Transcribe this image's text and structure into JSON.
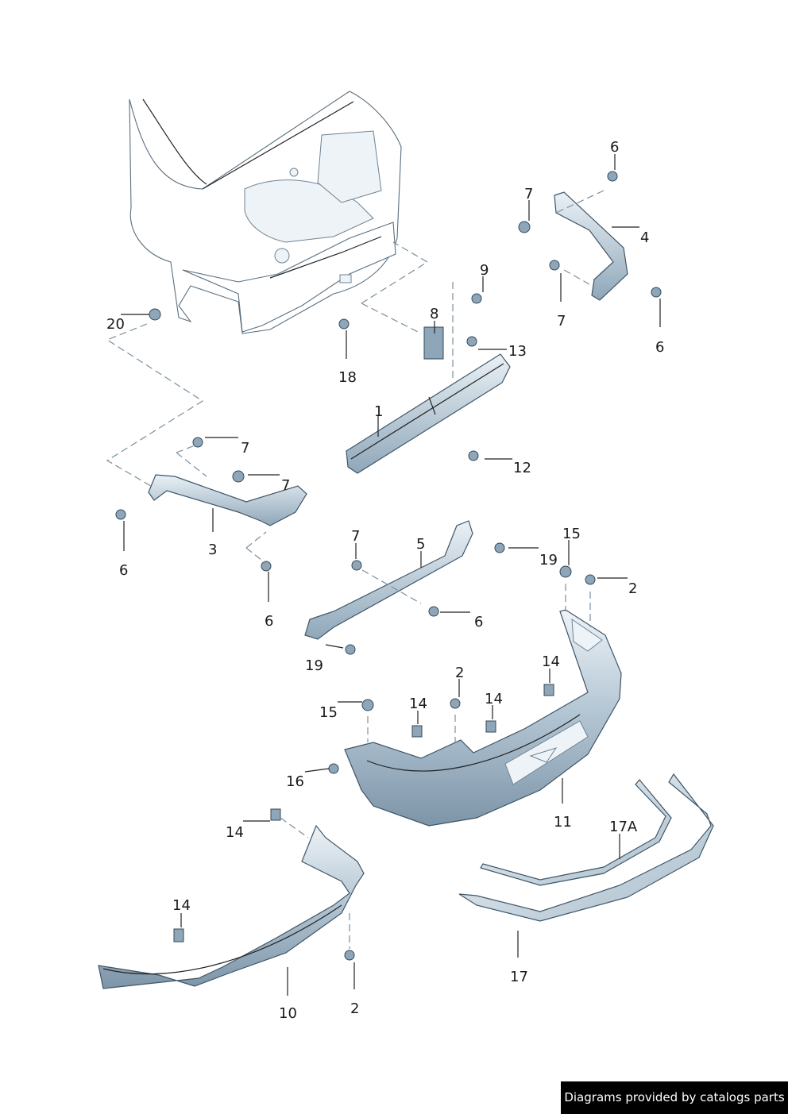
{
  "callouts": [
    {
      "id": "c1",
      "text": "1"
    },
    {
      "id": "c2a",
      "text": "2"
    },
    {
      "id": "c2b",
      "text": "2"
    },
    {
      "id": "c2c",
      "text": "2"
    },
    {
      "id": "c3",
      "text": "3"
    },
    {
      "id": "c4",
      "text": "4"
    },
    {
      "id": "c5",
      "text": "5"
    },
    {
      "id": "c6a",
      "text": "6"
    },
    {
      "id": "c6b",
      "text": "6"
    },
    {
      "id": "c6c",
      "text": "6"
    },
    {
      "id": "c6d",
      "text": "6"
    },
    {
      "id": "c6e",
      "text": "6"
    },
    {
      "id": "c7a",
      "text": "7"
    },
    {
      "id": "c7b",
      "text": "7"
    },
    {
      "id": "c7c",
      "text": "7"
    },
    {
      "id": "c7d",
      "text": "7"
    },
    {
      "id": "c7e",
      "text": "7"
    },
    {
      "id": "c8",
      "text": "8"
    },
    {
      "id": "c9",
      "text": "9"
    },
    {
      "id": "c10",
      "text": "10"
    },
    {
      "id": "c11",
      "text": "11"
    },
    {
      "id": "c12",
      "text": "12"
    },
    {
      "id": "c13",
      "text": "13"
    },
    {
      "id": "c14a",
      "text": "14"
    },
    {
      "id": "c14b",
      "text": "14"
    },
    {
      "id": "c14c",
      "text": "14"
    },
    {
      "id": "c14d",
      "text": "14"
    },
    {
      "id": "c14e",
      "text": "14"
    },
    {
      "id": "c15a",
      "text": "15"
    },
    {
      "id": "c15b",
      "text": "15"
    },
    {
      "id": "c16",
      "text": "16"
    },
    {
      "id": "c17",
      "text": "17"
    },
    {
      "id": "c17a",
      "text": "17A"
    },
    {
      "id": "c18",
      "text": "18"
    },
    {
      "id": "c19a",
      "text": "19"
    },
    {
      "id": "c19b",
      "text": "19"
    },
    {
      "id": "c20",
      "text": "20"
    }
  ],
  "footer": {
    "credit": "Diagrams provided by catalogs parts"
  },
  "colors": {
    "part_light": "#dbe6ee",
    "part_mid": "#9fb4c4",
    "part_dark": "#6b8396",
    "line": "#3f5566"
  }
}
